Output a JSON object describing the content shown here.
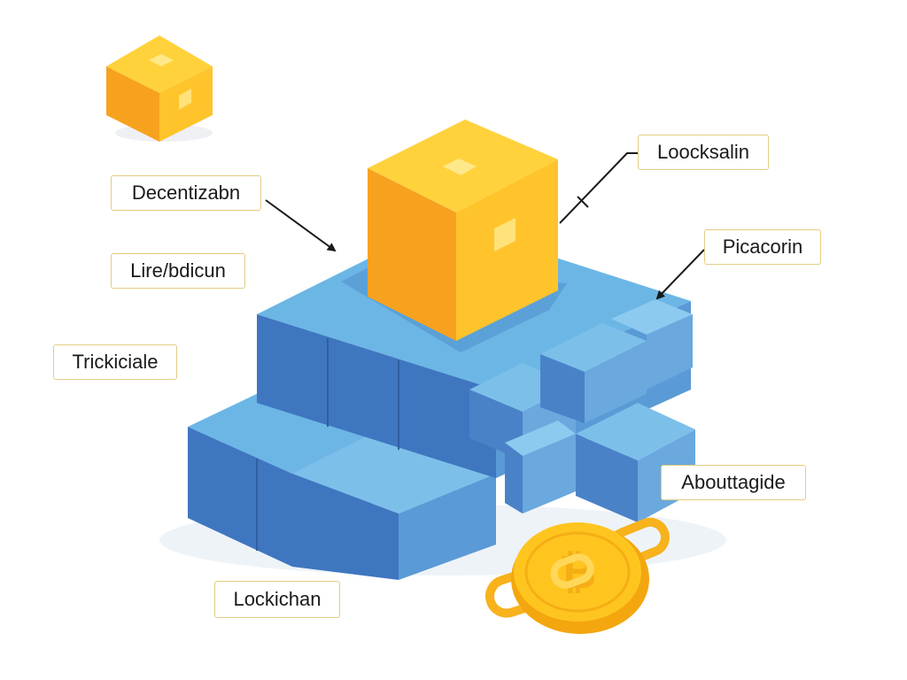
{
  "labels": {
    "decentralization": "Decentizabn",
    "lire": "Lire/bdicun",
    "trickiciale": "Trickiciale",
    "lockichan": "Lockichan",
    "loocksalin": "Loocksalin",
    "picacorin": "Picacorin",
    "abouttagide": "Abouttagide"
  },
  "colors": {
    "cube_top": "#ffd23c",
    "cube_left": "#f7a21f",
    "cube_right": "#ffc42c",
    "block_top": "#6cb6e6",
    "block_front": "#3f76c0",
    "block_side": "#5a9ad6",
    "coin": "#ffc51f",
    "label_border": "#e3cd84"
  },
  "icons": [
    "small-gold-cube-icon",
    "gold-cube-icon",
    "blockchain-stack-icon",
    "bitcoin-coin-icon",
    "chain-link-icon",
    "pointer-arrow-icon"
  ]
}
